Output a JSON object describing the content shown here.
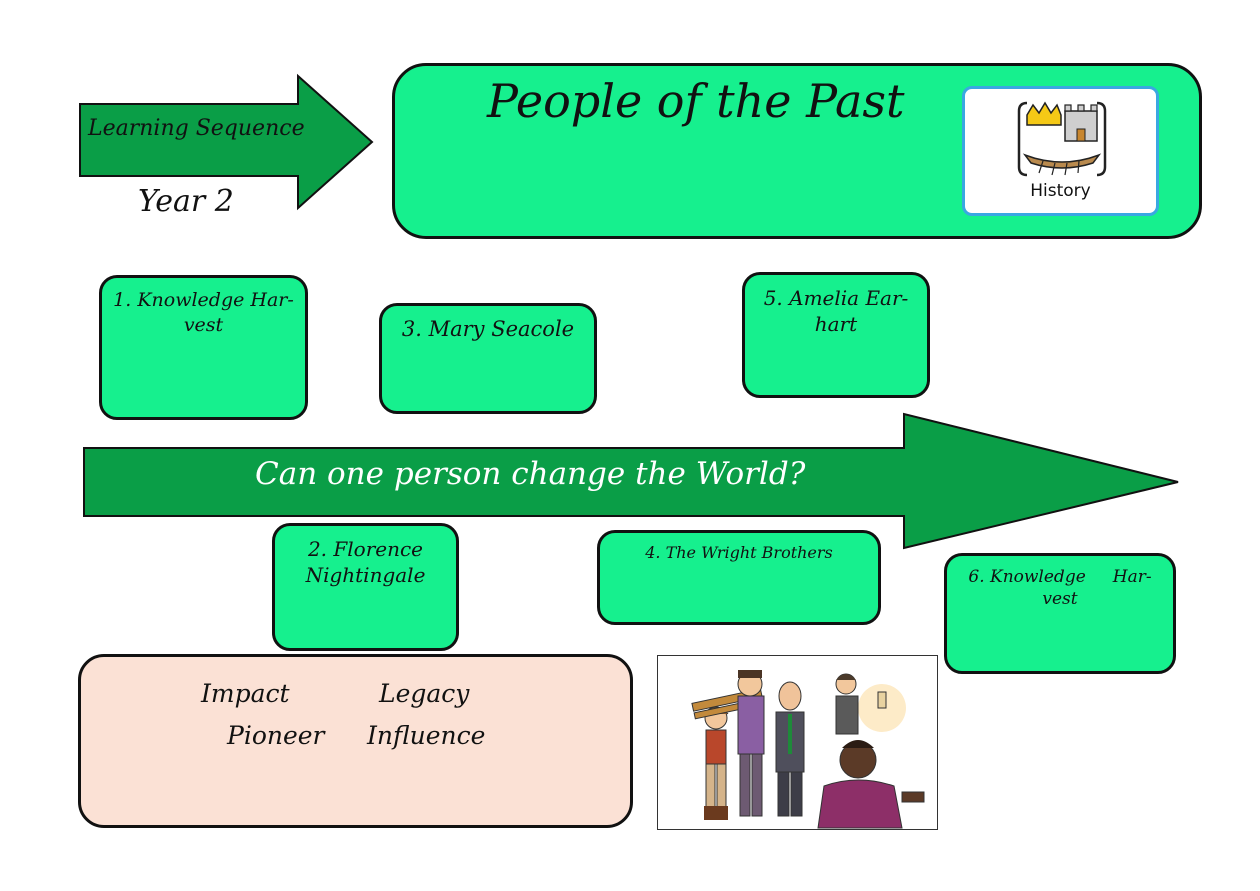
{
  "header": {
    "arrow_label": "Learning Sequence",
    "year": "Year 2",
    "title": "People of the Past",
    "subject_card": {
      "icon": "history-symbol-icon",
      "label": "History"
    }
  },
  "question": "Can one person change the World?",
  "steps": [
    "1. Knowledge Har-\nvest",
    "2. Florence\nNightingale",
    "3. Mary Seacole",
    "4. The Wright Brothers",
    "5. Amelia Ear-\nhart",
    "6. Knowledge     Har-\nvest"
  ],
  "vocabulary": [
    "Impact",
    "Legacy",
    "Pioneer",
    "Influence"
  ],
  "illustration": {
    "icon": "historical-figures-illustration"
  },
  "colors": {
    "box_green": "#16f08e",
    "arrow_green": "#0a9e47",
    "vocab_bg": "#fbe1d5",
    "card_border": "#3aa7e2"
  }
}
